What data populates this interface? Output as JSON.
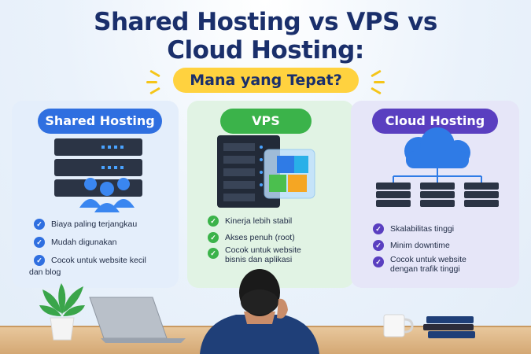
{
  "header": {
    "title_line1": "Shared Hosting vs VPS vs",
    "title_line2": "Cloud Hosting:",
    "subtitle": "Mana yang Tepat?"
  },
  "cards": [
    {
      "label": "Shared Hosting",
      "accent": "#2f6fe0",
      "icon": "server-stack-with-users-icon",
      "features": [
        "Biaya paling terjangkau",
        "Mudah digunakan",
        "Cocok untuk website kecil",
        "dan blog"
      ]
    },
    {
      "label": "VPS",
      "accent": "#3bb34a",
      "icon": "server-tower-with-blocks-icon",
      "features": [
        "Kinerja lebih stabil",
        "Akses penuh (root)",
        "Cocok untuk website",
        "bisnis dan aplikasi"
      ]
    },
    {
      "label": "Cloud Hosting",
      "accent": "#5a3fc0",
      "icon": "cloud-with-servers-icon",
      "features": [
        "Skalabilitas tinggi",
        "Minim downtime",
        "Cocok untuk website",
        "dengan trafik tinggi"
      ]
    }
  ],
  "scene": {
    "items": [
      "plant-icon",
      "laptop-icon",
      "person-icon",
      "mug-icon",
      "books-icon"
    ]
  }
}
